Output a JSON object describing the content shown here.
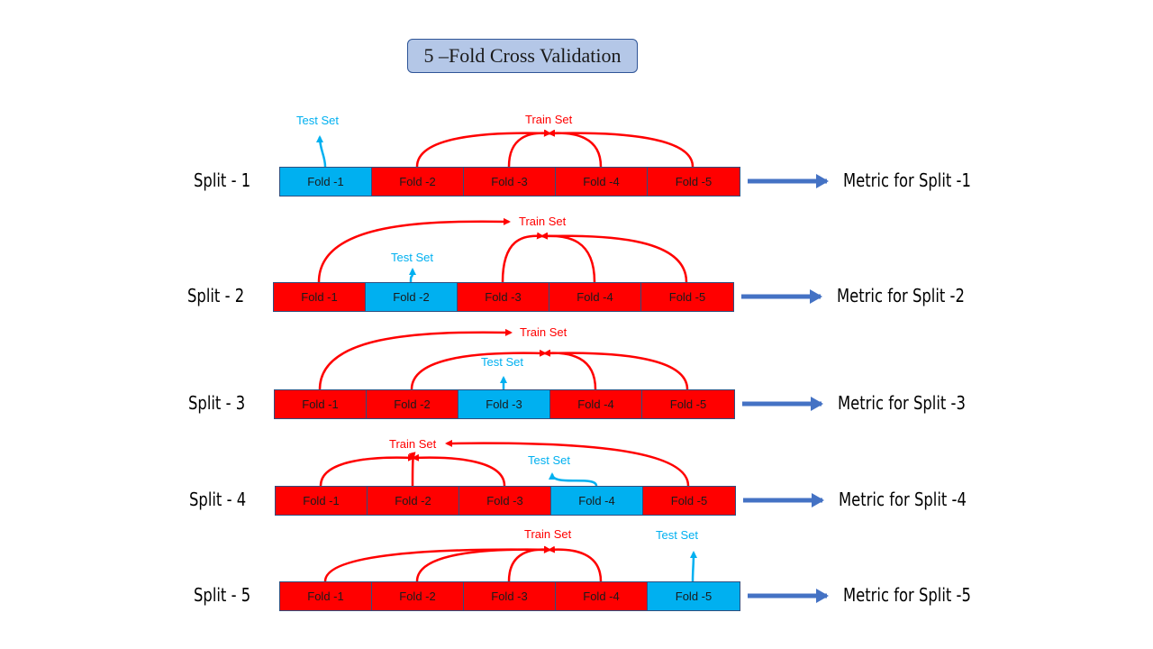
{
  "title": "5 –Fold Cross Validation",
  "colors": {
    "test": "#00b0f0",
    "train": "#ff0000",
    "arrow": "#4472c4",
    "title_bg": "#b4c7e7"
  },
  "splits": [
    {
      "label": "Split - 1",
      "metric": "Metric for Split -1",
      "test_fold": 1,
      "train_label": "Train Set",
      "test_label": "Test Set",
      "folds": [
        "Fold -1",
        "Fold -2",
        "Fold -3",
        "Fold -4",
        "Fold -5"
      ]
    },
    {
      "label": "Split - 2",
      "metric": "Metric for Split -2",
      "test_fold": 2,
      "train_label": "Train Set",
      "test_label": "Test Set",
      "folds": [
        "Fold -1",
        "Fold -2",
        "Fold -3",
        "Fold -4",
        "Fold -5"
      ]
    },
    {
      "label": "Split - 3",
      "metric": "Metric for Split -3",
      "test_fold": 3,
      "train_label": "Train Set",
      "test_label": "Test Set",
      "folds": [
        "Fold -1",
        "Fold -2",
        "Fold -3",
        "Fold -4",
        "Fold -5"
      ]
    },
    {
      "label": "Split - 4",
      "metric": "Metric for Split -4",
      "test_fold": 4,
      "train_label": "Train Set",
      "test_label": "Test Set",
      "folds": [
        "Fold -1",
        "Fold -2",
        "Fold -3",
        "Fold -4",
        "Fold -5"
      ]
    },
    {
      "label": "Split - 5",
      "metric": "Metric for Split -5",
      "test_fold": 5,
      "train_label": "Train Set",
      "test_label": "Test Set",
      "folds": [
        "Fold -1",
        "Fold -2",
        "Fold -3",
        "Fold -4",
        "Fold -5"
      ]
    }
  ]
}
